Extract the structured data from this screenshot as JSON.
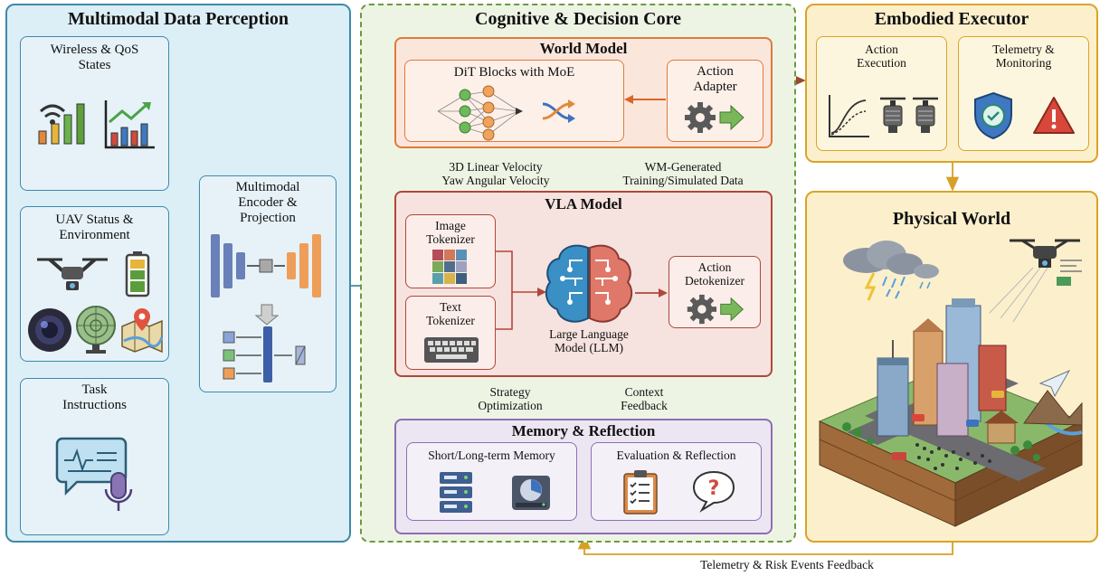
{
  "perception": {
    "title": "Multimodal Data Perception",
    "wireless": {
      "line1": "Wireless & QoS",
      "line2": "States"
    },
    "uav": {
      "line1": "UAV Status &",
      "line2": "Environment"
    },
    "task": {
      "line1": "Task",
      "line2": "Instructions"
    },
    "encoder": {
      "line1": "Multimodal",
      "line2": "Encoder &",
      "line3": "Projection"
    }
  },
  "core": {
    "title": "Cognitive & Decision Core",
    "world_model": {
      "title": "World Model",
      "dit": "DiT Blocks with MoE",
      "adapter": {
        "line1": "Action",
        "line2": "Adapter"
      }
    },
    "vla": {
      "title": "VLA Model",
      "image_tok": {
        "line1": "Image",
        "line2": "Tokenizer"
      },
      "text_tok": {
        "line1": "Text",
        "line2": "Tokenizer"
      },
      "llm": {
        "line1": "Large Language",
        "line2": "Model (LLM)"
      },
      "detok": {
        "line1": "Action",
        "line2": "Detokenizer"
      }
    },
    "link_left": {
      "line1": "3D Linear Velocity",
      "line2": "Yaw Angular Velocity"
    },
    "link_right": {
      "line1": "WM-Generated",
      "line2": "Training/Simulated Data"
    },
    "strategy": {
      "line1": "Strategy",
      "line2": "Optimization"
    },
    "context": {
      "line1": "Context",
      "line2": "Feedback"
    },
    "memory": {
      "title": "Memory & Reflection",
      "short_long": "Short/Long-term Memory",
      "evaluation": "Evaluation & Reflection"
    }
  },
  "executor": {
    "title": "Embodied Executor",
    "action_exec": {
      "line1": "Action",
      "line2": "Execution"
    },
    "telemetry": {
      "line1": "Telemetry &",
      "line2": "Monitoring"
    }
  },
  "physical": {
    "title": "Physical World"
  },
  "bottom_feedback": "Telemetry & Risk Events Feedback",
  "colors": {
    "perception_bg": "#dceef6",
    "perception_border": "#3d8aab",
    "core_bg": "#eef4e4",
    "core_border": "#6c9a3e",
    "world_bg": "#fbe6dc",
    "world_border": "#df7a3c",
    "vla_bg": "#f6e2de",
    "vla_border": "#b0473a",
    "memory_bg": "#ece6f3",
    "memory_border": "#8c6fb2",
    "exec_bg": "#fcf0cc",
    "exec_border": "#d9a428",
    "teal_arrow": "#3a8fa4",
    "blue_arrow": "#3e72c0",
    "brown_arrow": "#9a4a2a",
    "purple_arrow": "#8064b0",
    "gold_arrow": "#d6a125"
  }
}
